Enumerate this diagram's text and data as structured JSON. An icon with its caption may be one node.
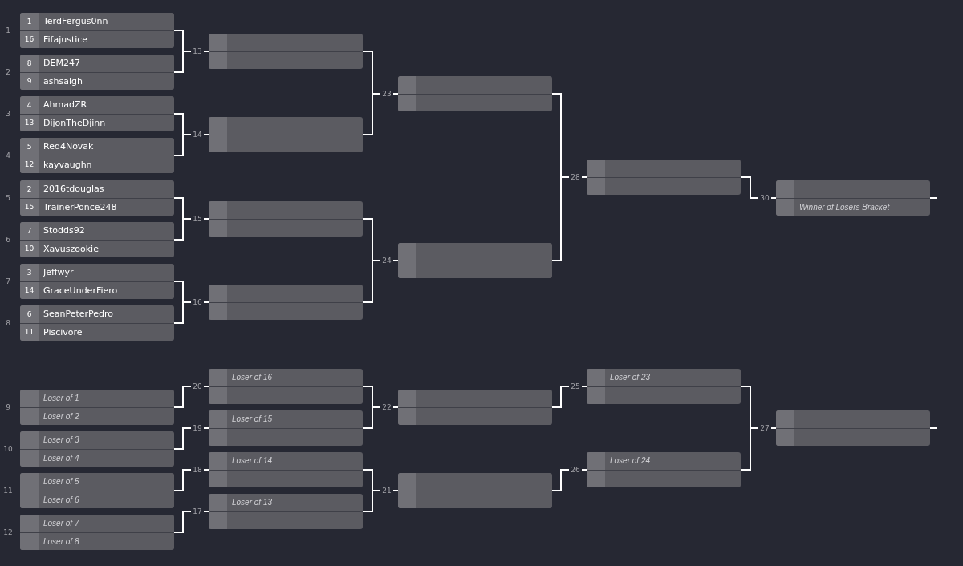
{
  "diagram": {
    "nodes": [
      {
        "text": [
          "1",
          "TerdFergus0nn",
          "16",
          "Fifajustice"
        ],
        "beside": [
          "1"
        ]
      },
      {
        "text": [
          "8",
          "DEM247",
          "9",
          "ashsaigh"
        ],
        "beside": [
          "2"
        ]
      },
      {
        "text": [
          "4",
          "AhmadZR",
          "13",
          "DijonTheDjinn"
        ],
        "beside": [
          "3"
        ]
      },
      {
        "text": [
          "5",
          "Red4Novak",
          "12",
          "kayvaughn"
        ],
        "beside": [
          "4"
        ]
      },
      {
        "text": [
          "2",
          "2016tdouglas",
          "15",
          "TrainerPonce248"
        ],
        "beside": [
          "5"
        ]
      },
      {
        "text": [
          "7",
          "Stodds92",
          "10",
          "Xavuszookie"
        ],
        "beside": [
          "6"
        ]
      },
      {
        "text": [
          "3",
          "Jeffwyr",
          "14",
          "GraceUnderFiero"
        ],
        "beside": [
          "7"
        ]
      },
      {
        "text": [
          "6",
          "SeanPeterPedro",
          "11",
          "Piscivore"
        ],
        "beside": [
          "8"
        ]
      },
      {
        "text": [
          "Loser of 1",
          "Loser of 2"
        ],
        "beside": [
          "9"
        ]
      },
      {
        "text": [
          "Loser of 3",
          "Loser of 4"
        ],
        "beside": [
          "10"
        ]
      },
      {
        "text": [
          "Loser of 5",
          "Loser of 6"
        ],
        "beside": [
          "11"
        ]
      },
      {
        "text": [
          "Loser of 7",
          "Loser of 8"
        ],
        "beside": [
          "12"
        ]
      },
      {
        "text": [],
        "shape": "box",
        "beside": [
          "13"
        ]
      },
      {
        "text": [],
        "shape": "box",
        "beside": [
          "14"
        ]
      },
      {
        "text": [],
        "shape": "box",
        "beside": [
          "15"
        ]
      },
      {
        "text": [],
        "shape": "box",
        "beside": [
          "16"
        ]
      },
      {
        "text": [
          "Loser of 13"
        ],
        "beside": [
          "17"
        ]
      },
      {
        "text": [
          "Loser of 14"
        ],
        "beside": [
          "18"
        ]
      },
      {
        "text": [
          "Loser of 15"
        ],
        "beside": [
          "19"
        ]
      },
      {
        "text": [
          "Loser of 16"
        ],
        "beside": [
          "20"
        ]
      },
      {
        "text": [],
        "shape": "box",
        "beside": [
          "21"
        ]
      },
      {
        "text": [],
        "shape": "box",
        "beside": [
          "22"
        ]
      },
      {
        "text": [],
        "shape": "box",
        "beside": [
          "23"
        ]
      },
      {
        "text": [],
        "shape": "box",
        "beside": [
          "24"
        ]
      },
      {
        "text": [
          "Loser of 23"
        ],
        "beside": [
          "25"
        ]
      },
      {
        "text": [
          "Loser of 24"
        ],
        "beside": [
          "26"
        ]
      },
      {
        "text": [],
        "shape": "box",
        "beside": [
          "27"
        ]
      },
      {
        "text": [],
        "shape": "box",
        "beside": [
          "28"
        ]
      },
      {
        "text": [
          "Winner of Losers Bracket"
        ],
        "beside": [
          "30"
        ]
      }
    ],
    "edges": [
      {
        "from": 0,
        "to": 12,
        "arrow": "none"
      },
      {
        "from": 1,
        "to": 12,
        "arrow": "none"
      },
      {
        "from": 2,
        "to": 13,
        "arrow": "none"
      },
      {
        "from": 3,
        "to": 13,
        "arrow": "none"
      },
      {
        "from": 4,
        "to": 14,
        "arrow": "none"
      },
      {
        "from": 5,
        "to": 14,
        "arrow": "none"
      },
      {
        "from": 6,
        "to": 15,
        "arrow": "none"
      },
      {
        "from": 7,
        "to": 15,
        "arrow": "none"
      },
      {
        "from": 12,
        "to": 22,
        "arrow": "none"
      },
      {
        "from": 13,
        "to": 22,
        "arrow": "none"
      },
      {
        "from": 14,
        "to": 23,
        "arrow": "none"
      },
      {
        "from": 15,
        "to": 23,
        "arrow": "none"
      },
      {
        "from": 22,
        "to": 27,
        "arrow": "none"
      },
      {
        "from": 23,
        "to": 27,
        "arrow": "none"
      },
      {
        "from": 27,
        "to": 28,
        "arrow": "none"
      },
      {
        "from": 28,
        "to": null,
        "arrow": "none"
      },
      {
        "from": 8,
        "to": 19,
        "arrow": "none"
      },
      {
        "from": 9,
        "to": 18,
        "arrow": "none"
      },
      {
        "from": 10,
        "to": 17,
        "arrow": "none"
      },
      {
        "from": 11,
        "to": 16,
        "arrow": "none"
      },
      {
        "from": 19,
        "to": 21,
        "arrow": "none"
      },
      {
        "from": 18,
        "to": 21,
        "arrow": "none"
      },
      {
        "from": 17,
        "to": 20,
        "arrow": "none"
      },
      {
        "from": 16,
        "to": 20,
        "arrow": "none"
      },
      {
        "from": 21,
        "to": 24,
        "arrow": "none"
      },
      {
        "from": 20,
        "to": 25,
        "arrow": "none"
      },
      {
        "from": 24,
        "to": 26,
        "arrow": "none"
      },
      {
        "from": 25,
        "to": 26,
        "arrow": "none"
      },
      {
        "from": 26,
        "to": null,
        "arrow": "none"
      }
    ]
  }
}
